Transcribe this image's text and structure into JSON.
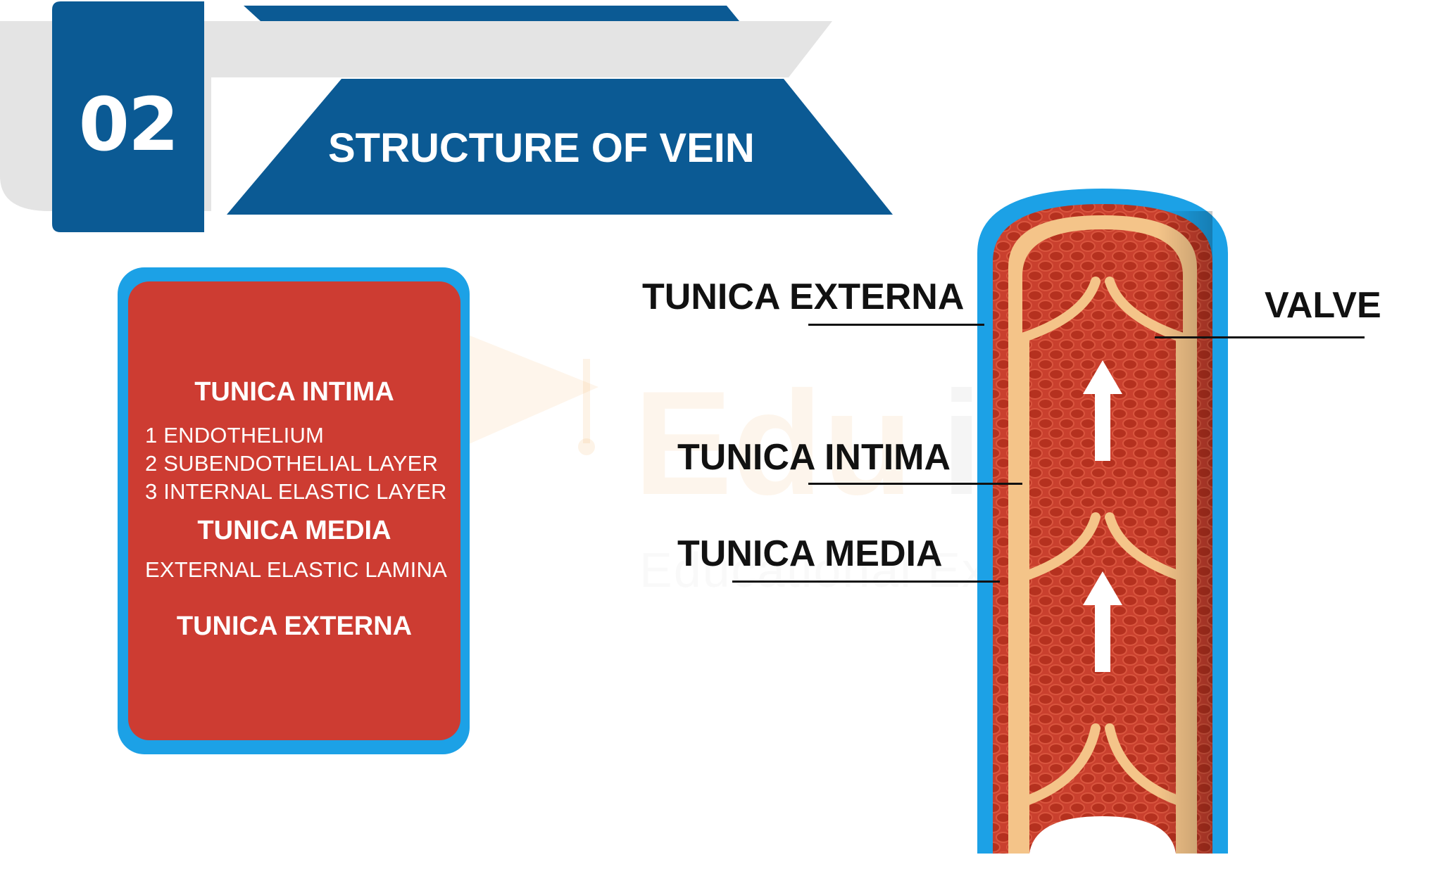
{
  "banner": {
    "number": "02",
    "title": "STRUCTURE OF VEIN"
  },
  "card": {
    "headings": [
      "TUNICA INTIMA",
      "TUNICA MEDIA",
      "TUNICA EXTERNA"
    ],
    "intima_items": [
      "1 ENDOTHELIUM",
      "2 SUBENDOTHELIAL LAYER",
      "3 INTERNAL ELASTIC  LAYER"
    ],
    "media_items": [
      "EXTERNAL ELASTIC LAMINA"
    ]
  },
  "diagram": {
    "labels": {
      "tunica_externa": "TUNICA EXTERNA",
      "tunica_intima": "TUNICA INTIMA",
      "tunica_media": "TUNICA MEDIA",
      "valve": "VALVE"
    },
    "flow_arrows": 2,
    "flow_direction": "up"
  },
  "watermark": {
    "logo_text": "EduInsight",
    "logo_text_parts": [
      "Edu",
      "insi"
    ],
    "tagline": "Educational Excellence",
    "description": "graduation cap watermark"
  },
  "colors": {
    "banner_blue": "#0b5a94",
    "banner_grey": "#e4e4e4",
    "card_red": "#cd3c32",
    "card_border_blue": "#1ca1e6",
    "vein_outer_blue": "#1ca1e6",
    "vein_muscle_red": "#c9402e",
    "vein_intima_cream": "#f4c489",
    "arrow_white": "#ffffff",
    "label_black": "#111111",
    "watermark_orange": "#f29a3a",
    "watermark_grey": "#999999"
  }
}
